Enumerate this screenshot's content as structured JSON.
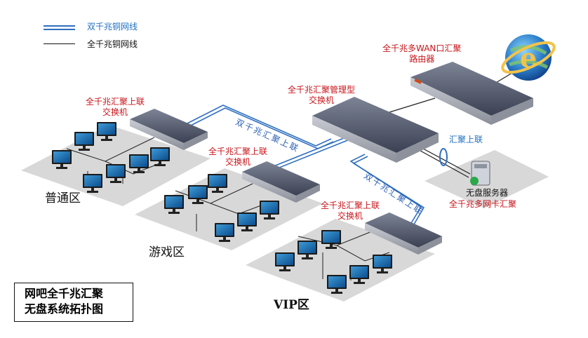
{
  "legend": {
    "double_gigabit": "双千兆铜网线",
    "gigabit": "全千兆铜网线"
  },
  "devices": {
    "router": [
      "全千兆多WAN口汇聚",
      "路由器"
    ],
    "core_switch": [
      "全千兆汇聚管理型",
      "交换机"
    ],
    "switch_general": [
      "全千兆汇聚上联",
      "交换机"
    ],
    "switch_game": [
      "全千兆汇聚上联",
      "交换机"
    ],
    "switch_vip": [
      "全千兆汇聚上联",
      "交换机"
    ],
    "server": [
      "无盘服务器",
      "全千兆多网卡汇聚"
    ]
  },
  "links": {
    "uplink_general": "双千兆汇聚上联",
    "uplink_vip": "双千兆汇聚上联",
    "server_uplink": "汇聚上联"
  },
  "zones": {
    "general": "普通区",
    "game": "游戏区",
    "vip": "VIP区"
  },
  "title": [
    "网吧全千兆汇聚",
    "无盘系统拓扑图"
  ],
  "colors": {
    "double_line": "#2f6fc0",
    "single_line": "#111111",
    "label_red": "#c8141a",
    "label_blue": "#1f6fbf"
  }
}
